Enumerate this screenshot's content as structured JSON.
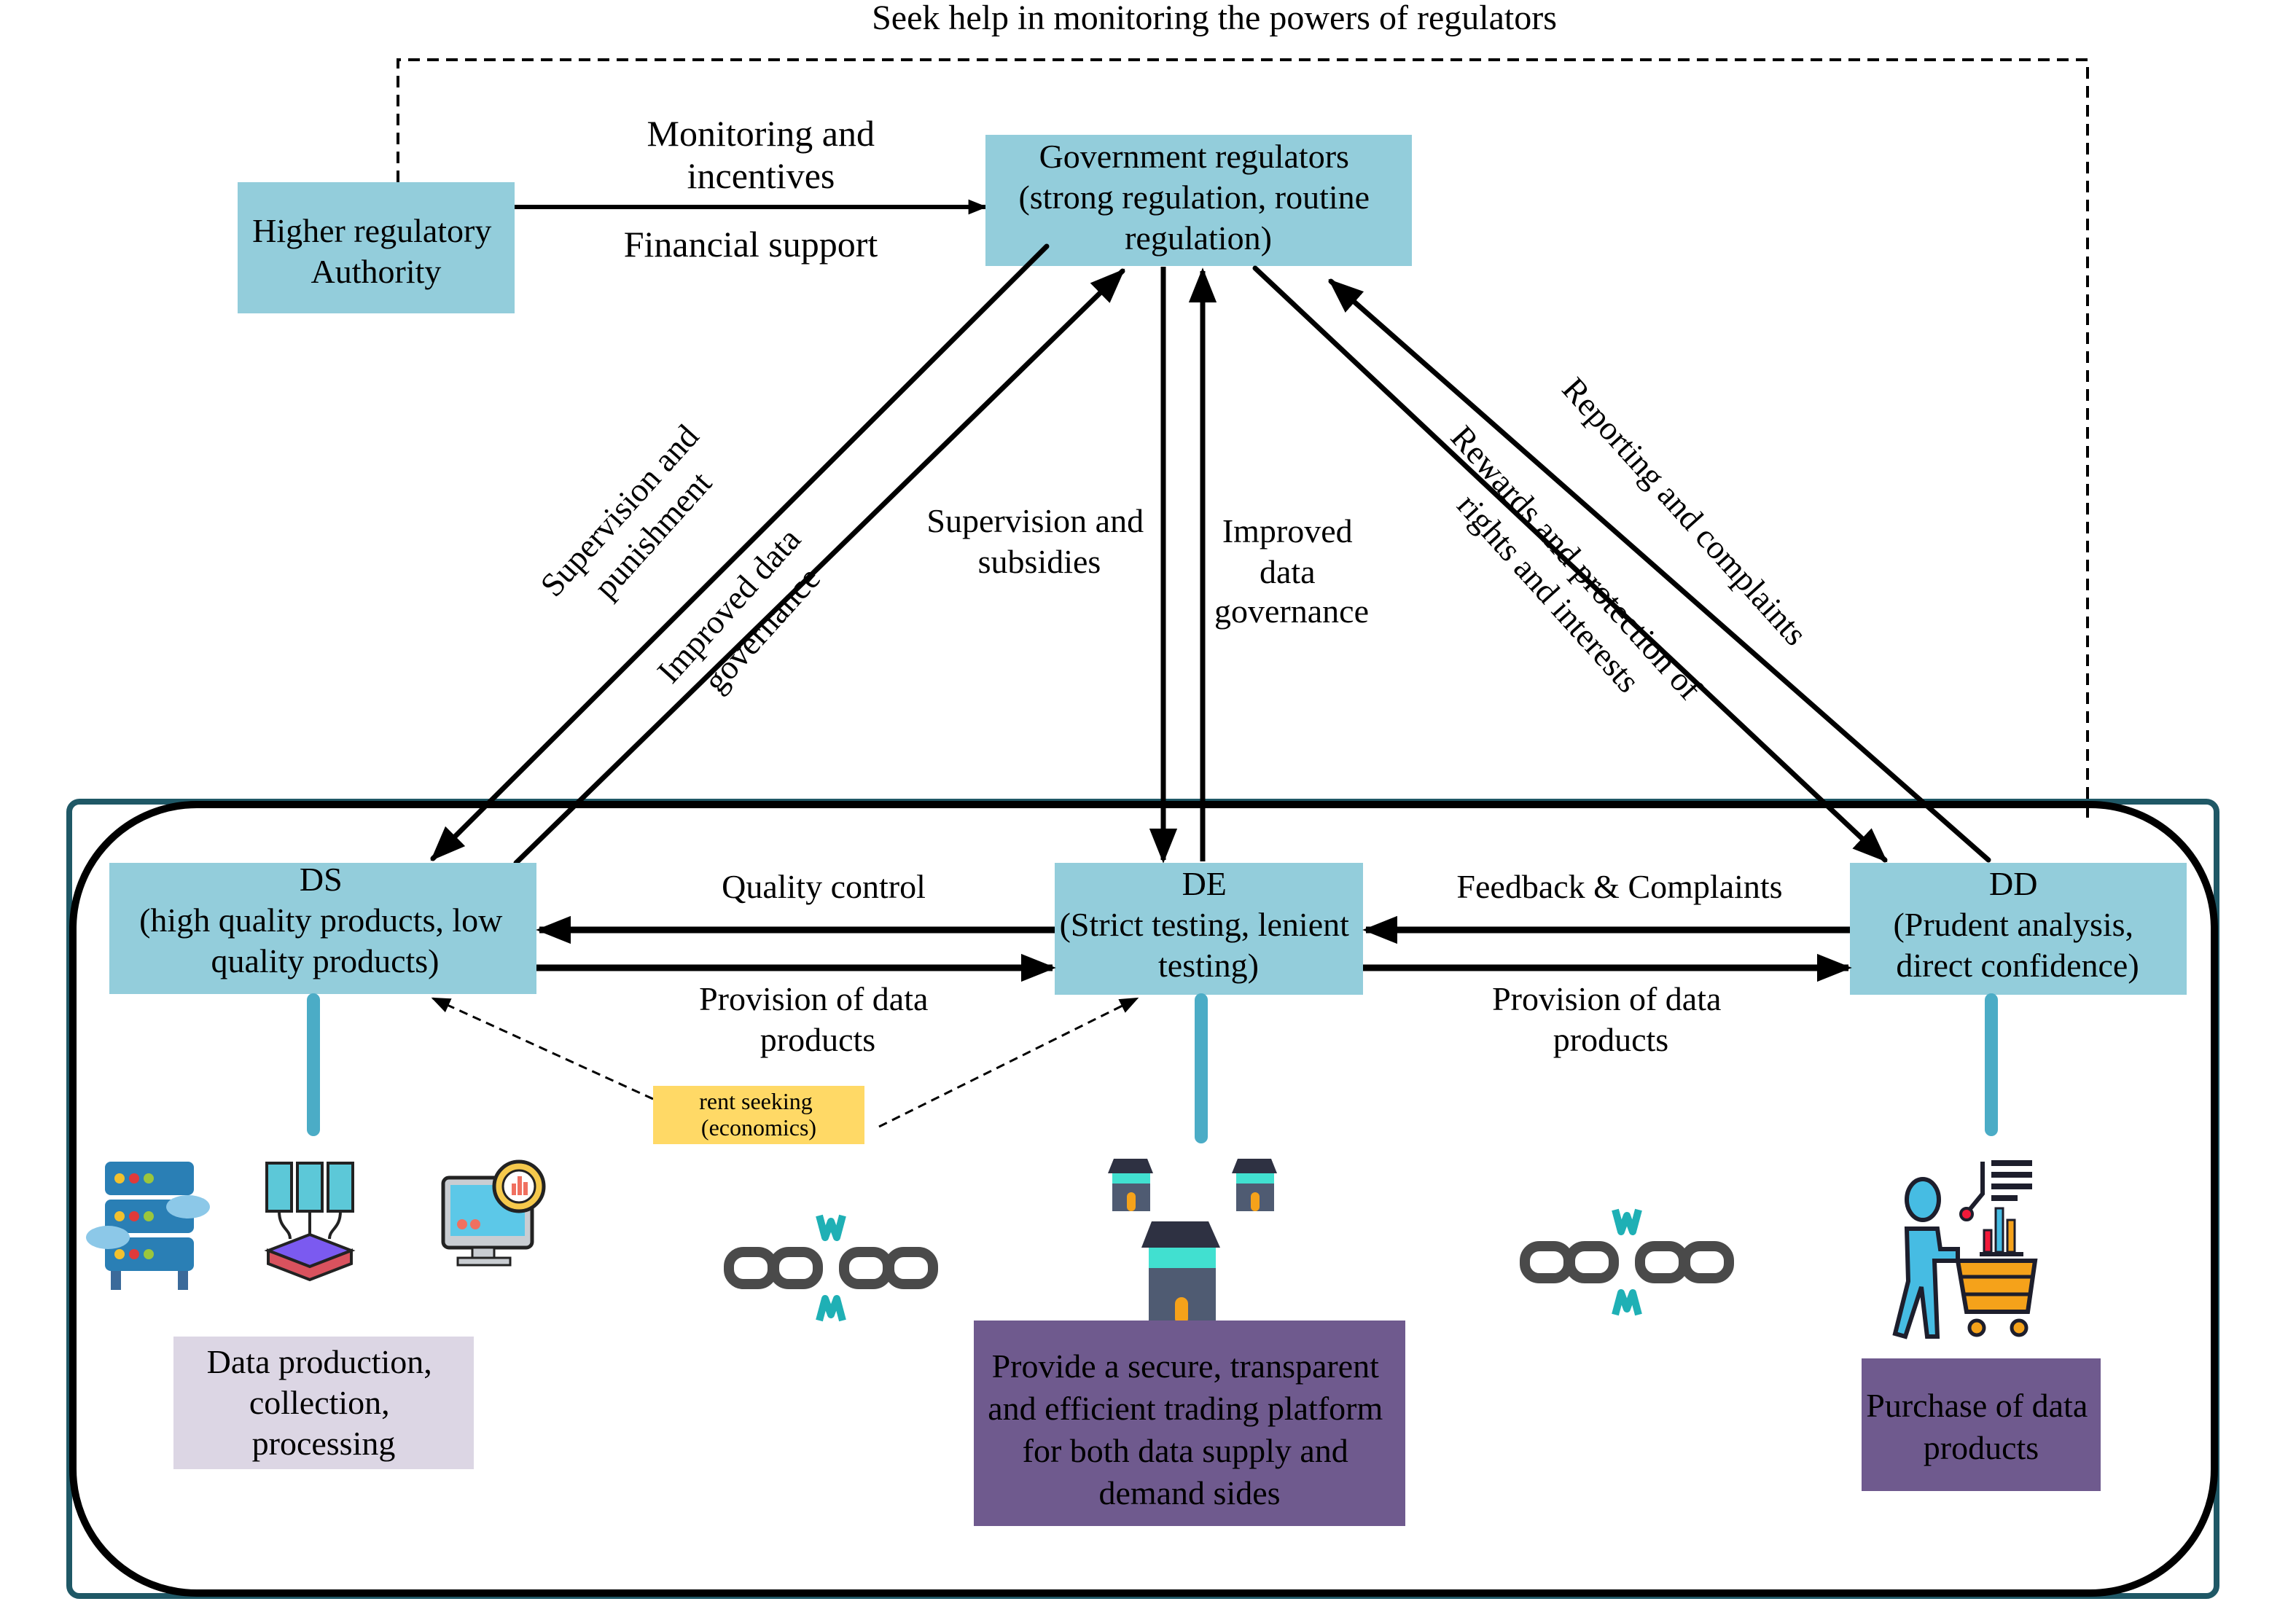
{
  "top_feedback_label": "Seek help in monitoring the powers of regulators",
  "colors": {
    "node_fill": "#93CDDB",
    "stem": "#4BACC6",
    "rent_seeking_fill": "#FFD966",
    "ds_role_fill": "#DCD6E4",
    "role_purple_fill": "#6F5A8E",
    "market_frame": "#1F5866",
    "link_icon_teal": "#1FB0B5",
    "link_icon_gray": "#4A4A4A"
  },
  "nodes": {
    "higher_authority": {
      "lines": [
        "Higher regulatory",
        "Authority"
      ]
    },
    "government": {
      "lines": [
        "Government regulators",
        "(strong regulation, routine",
        "regulation)"
      ]
    },
    "ds": {
      "lines": [
        "DS",
        "(high quality products, low",
        "quality products)"
      ]
    },
    "de": {
      "lines": [
        "DE",
        "(Strict testing, lenient",
        "testing)"
      ]
    },
    "dd": {
      "lines": [
        "DD",
        "(Prudent analysis,",
        "direct confidence)"
      ]
    }
  },
  "edge_labels": {
    "monitoring": [
      "Monitoring and",
      "incentives"
    ],
    "financial": [
      "Financial support"
    ],
    "supervision_punishment": [
      "Supervision and",
      "punishment"
    ],
    "improved_ds": [
      "Improved data",
      "governance"
    ],
    "supervision_subsidies": [
      "Supervision and",
      "subsidies"
    ],
    "improved_de": [
      "Improved",
      "data",
      "governance"
    ],
    "rewards": [
      "Rewards and protection of",
      "rights and interests"
    ],
    "reporting": [
      "Reporting and complaints"
    ],
    "quality_control": [
      "Quality control"
    ],
    "provision_ds_de": [
      "Provision of data",
      "products"
    ],
    "feedback": [
      "Feedback & Complaints"
    ],
    "provision_de_dd": [
      "Provision of data",
      "products"
    ]
  },
  "rent_seeking": [
    "rent seeking",
    "(economics)"
  ],
  "roles": {
    "ds": [
      "Data production,",
      "collection,",
      "processing"
    ],
    "de": [
      "Provide a secure, transparent",
      "and efficient trading platform",
      "for both data supply and",
      "demand sides"
    ],
    "dd": [
      "Purchase of data",
      "products"
    ]
  },
  "icons": {
    "ds": [
      "server-cloud-icon",
      "data-collection-icon",
      "monitor-analytics-icon"
    ],
    "de": [
      "marketplace-shops-icon"
    ],
    "dd": [
      "shopper-cart-icon"
    ],
    "links": [
      "broken-chain-icon",
      "broken-chain-icon"
    ]
  }
}
